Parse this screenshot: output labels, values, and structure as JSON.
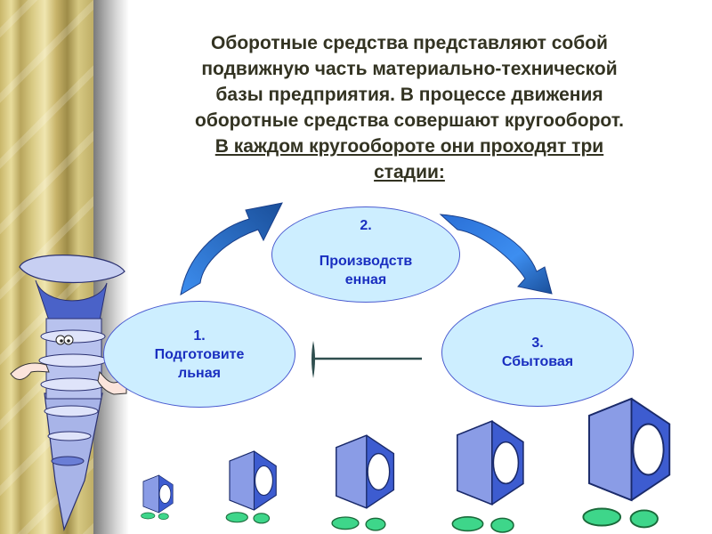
{
  "slide": {
    "title_lines": [
      "Оборотные средства представляют собой",
      "подвижную часть материально-технической",
      "базы предприятия. В процессе движения",
      "оборотные средства совершают кругооборот."
    ],
    "title_underlined_lines": [
      "В каждом кругообороте они проходят три",
      "стадии:"
    ]
  },
  "stages": [
    {
      "number": "1.",
      "label_lines": [
        "Подготовите",
        "льная"
      ]
    },
    {
      "number": "2.",
      "label_lines": [
        "Производств",
        "енная"
      ]
    },
    {
      "number": "3.",
      "label_lines": [
        "Сбытовая"
      ]
    }
  ],
  "colors": {
    "ellipse_fill": "#cdeeff",
    "ellipse_border": "#4a5bd0",
    "stage_text": "#1a2fc0",
    "title_text": "#333322",
    "arrow_blue": "#2a6fd6"
  },
  "illustrations": {
    "mascot": "screw-character",
    "nuts_count": 5
  }
}
